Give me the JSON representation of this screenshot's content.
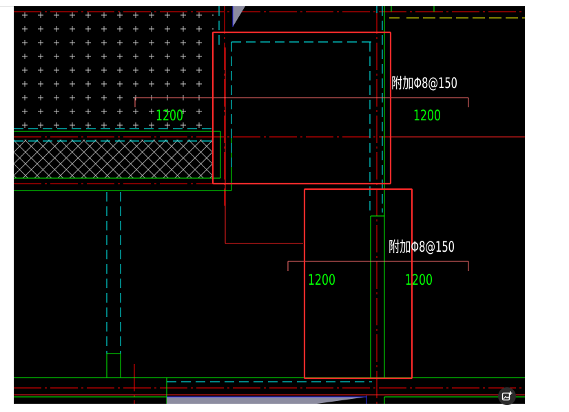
{
  "drawing": {
    "annotations": {
      "rebar_note_top": "附加Φ8@150",
      "rebar_note_bottom": "附加Φ8@150",
      "dim_top_left": "1200",
      "dim_top_right": "1200",
      "dim_bottom_left": "1200",
      "dim_bottom_right": "1200"
    },
    "colors": {
      "background": "#000000",
      "annotation_text": "#ffffff",
      "dimension_text": "#00ff00",
      "highlight_box": "#ff2a2a",
      "wall_lines": "#00ff00",
      "axis_lines": "#ff0000",
      "rebar_dashes": "#00d8d8",
      "hidden_lines": "#ffff00",
      "dimension_lines": "#ff7070"
    }
  },
  "toolbar": {
    "add_image_icon": "image-plus-icon"
  }
}
